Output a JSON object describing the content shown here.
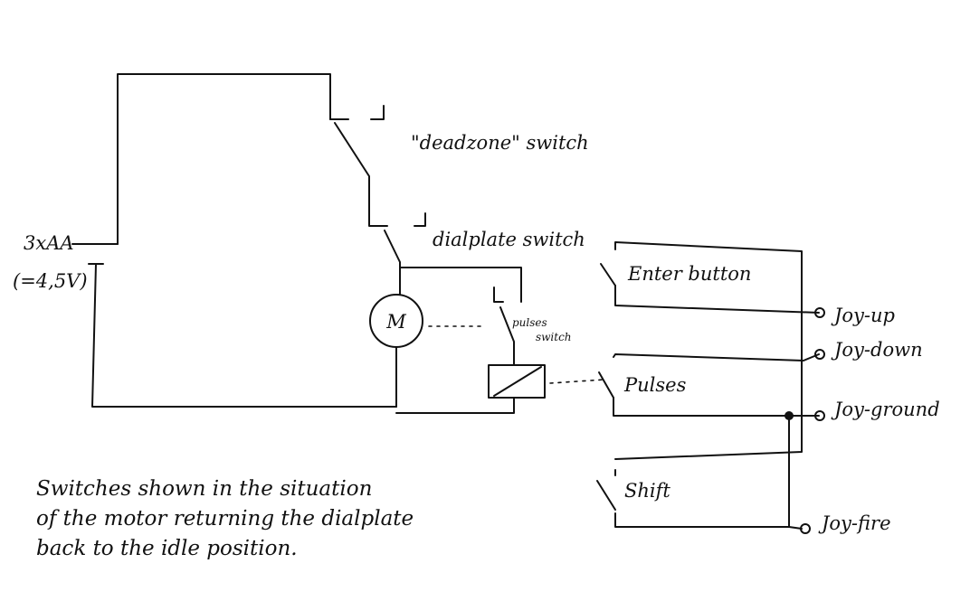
{
  "battery": {
    "line1": "3xAA",
    "line2": "(=4,5V)"
  },
  "deadzone_switch": {
    "label": "\"deadzone\" switch"
  },
  "dialplate_switch": {
    "label": "dialplate switch"
  },
  "motor": {
    "symbol": "M"
  },
  "pulses_switch": {
    "line1": "pulses",
    "line2": "switch"
  },
  "enter_button": {
    "label": "Enter button"
  },
  "pulses": {
    "label": "Pulses"
  },
  "shift": {
    "label": "Shift"
  },
  "joystick": {
    "up": "Joy-up",
    "down": "Joy-down",
    "ground": "Joy-ground",
    "fire": "Joy-fire"
  },
  "note": {
    "line1": "Switches shown in the situation",
    "line2": "of the motor returning the dialplate",
    "line3": "back to the idle position."
  }
}
